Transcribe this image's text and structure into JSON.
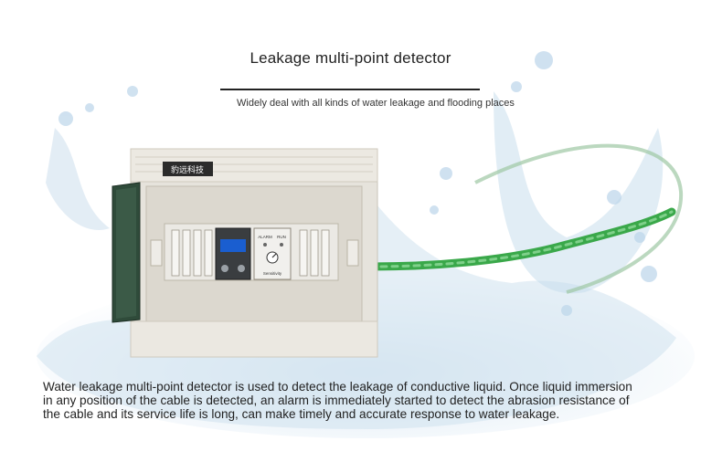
{
  "header": {
    "title": "Leakage multi-point detector",
    "subtitle": "Widely deal with all kinds of water leakage and flooding places"
  },
  "product": {
    "brand_label": "豹远科技",
    "module_labels": [
      "ALARM",
      "RUN",
      "Sensitivity"
    ]
  },
  "description": {
    "line1": "Water leakage multi-point detector is used to detect the leakage of conductive liquid. Once liquid immersion",
    "line2": "in any position of the cable is detected, an alarm is immediately started to detect the abrasion resistance of",
    "line3": "the cable and its service life is long, can make timely and accurate response to water leakage."
  },
  "colors": {
    "water": "#c7ddee",
    "cable": "#3aa84a",
    "enclosure": "#e6e3dc",
    "door": "#2f4b3a"
  }
}
